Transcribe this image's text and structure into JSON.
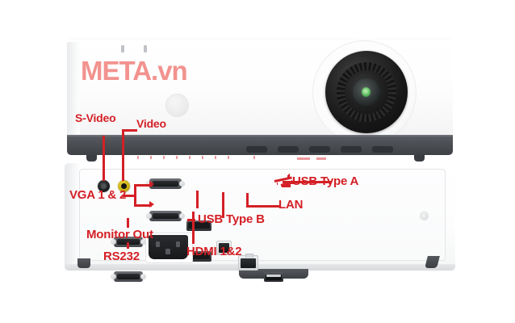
{
  "image": {
    "subject": "Projector front view and rear connector panel with labeled ports",
    "background_color": "#ffffff",
    "label_color": "#d42026",
    "watermark": {
      "text": "META.vn",
      "color": "#f2928e"
    }
  },
  "device": {
    "body_color": "#ffffff",
    "bezel_color": "#4b4e53",
    "lens": {
      "name": "projection-lens",
      "barrel_color": "#141414",
      "glass_tint": "#69c96a"
    }
  },
  "callouts": [
    {
      "id": "s-video",
      "label": "S-Video",
      "port_type": "rca-jack"
    },
    {
      "id": "video",
      "label": "Video",
      "port_type": "rca-jack"
    },
    {
      "id": "vga",
      "label": "VGA 1 & 2",
      "port_type": "d-sub-15"
    },
    {
      "id": "monitor-out",
      "label": "Monitor Out",
      "port_type": "d-sub-15"
    },
    {
      "id": "rs232",
      "label": "RS232",
      "port_type": "d-sub-9"
    },
    {
      "id": "hdmi",
      "label": "HDMI 1&2",
      "port_type": "hdmi"
    },
    {
      "id": "usb-b",
      "label": "USB Type B",
      "port_type": "usb-b"
    },
    {
      "id": "lan",
      "label": "LAN",
      "port_type": "rj45"
    },
    {
      "id": "usb-a",
      "label": "USB Type A",
      "port_type": "usb-a"
    }
  ]
}
